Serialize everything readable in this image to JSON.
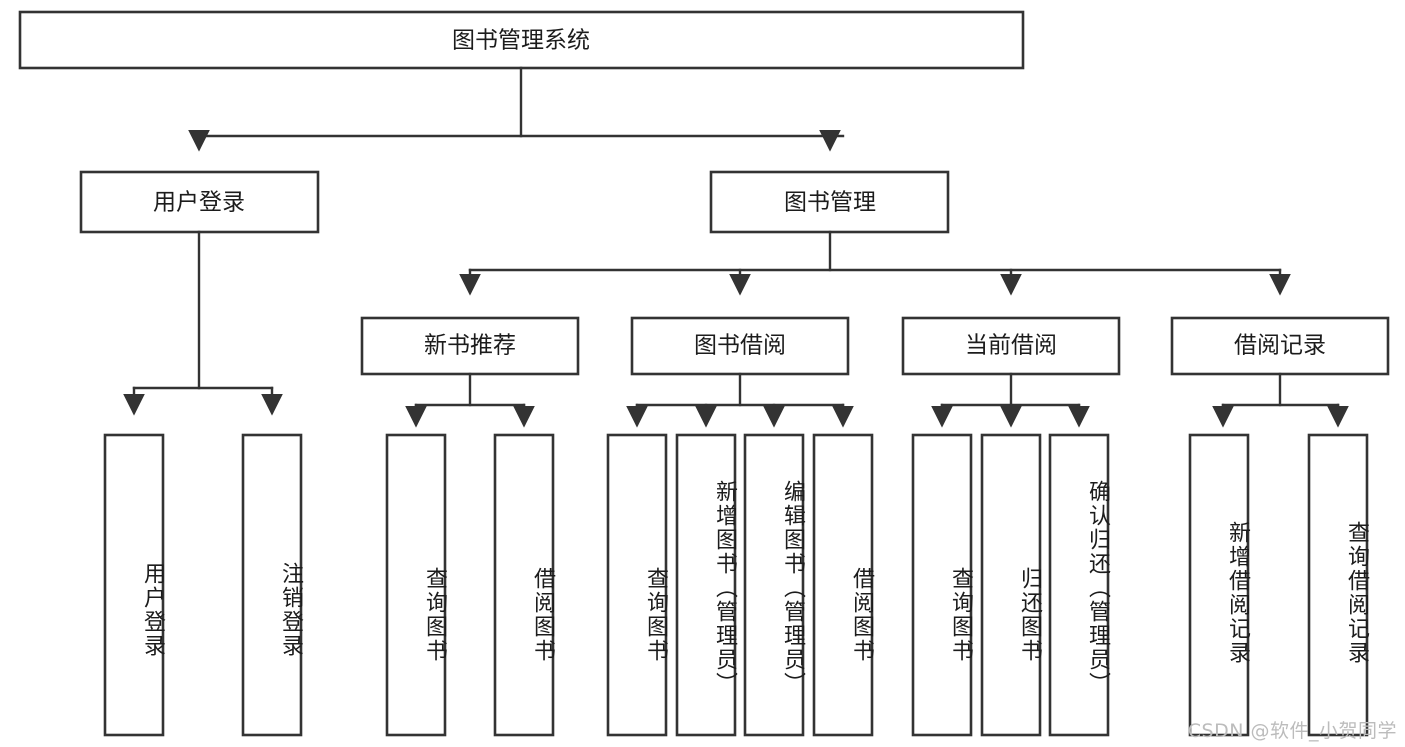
{
  "diagram": {
    "title": "图书管理系统",
    "type": "tree-hierarchy",
    "orientation": "top-down",
    "colors": {
      "box_stroke": "#333333",
      "box_fill": "#ffffff",
      "connector": "#333333",
      "text": "#1c1c1c",
      "background": "#ffffff",
      "watermark": "#bcbcbc"
    },
    "root": {
      "label": "图书管理系统"
    },
    "level2": [
      {
        "label": "用户登录"
      },
      {
        "label": "图书管理"
      }
    ],
    "level3": [
      {
        "label": "新书推荐"
      },
      {
        "label": "图书借阅"
      },
      {
        "label": "当前借阅"
      },
      {
        "label": "借阅记录"
      }
    ],
    "leaves": {
      "user_login": [
        {
          "label": "用户登录"
        },
        {
          "label": "注销登录"
        }
      ],
      "new_book_recommend": [
        {
          "label": "查询图书"
        },
        {
          "label": "借阅图书"
        }
      ],
      "book_borrow": [
        {
          "label": "查询图书"
        },
        {
          "label": "新增图书（管理员）"
        },
        {
          "label": "编辑图书（管理员）"
        },
        {
          "label": "借阅图书"
        }
      ],
      "current_borrow": [
        {
          "label": "查询图书"
        },
        {
          "label": "归还图书"
        },
        {
          "label": "确认归还（管理员）"
        }
      ],
      "borrow_record": [
        {
          "label": "新增借阅记录"
        },
        {
          "label": "查询借阅记录"
        }
      ]
    }
  },
  "watermark": {
    "text": "CSDN @软件_小贺同学"
  }
}
